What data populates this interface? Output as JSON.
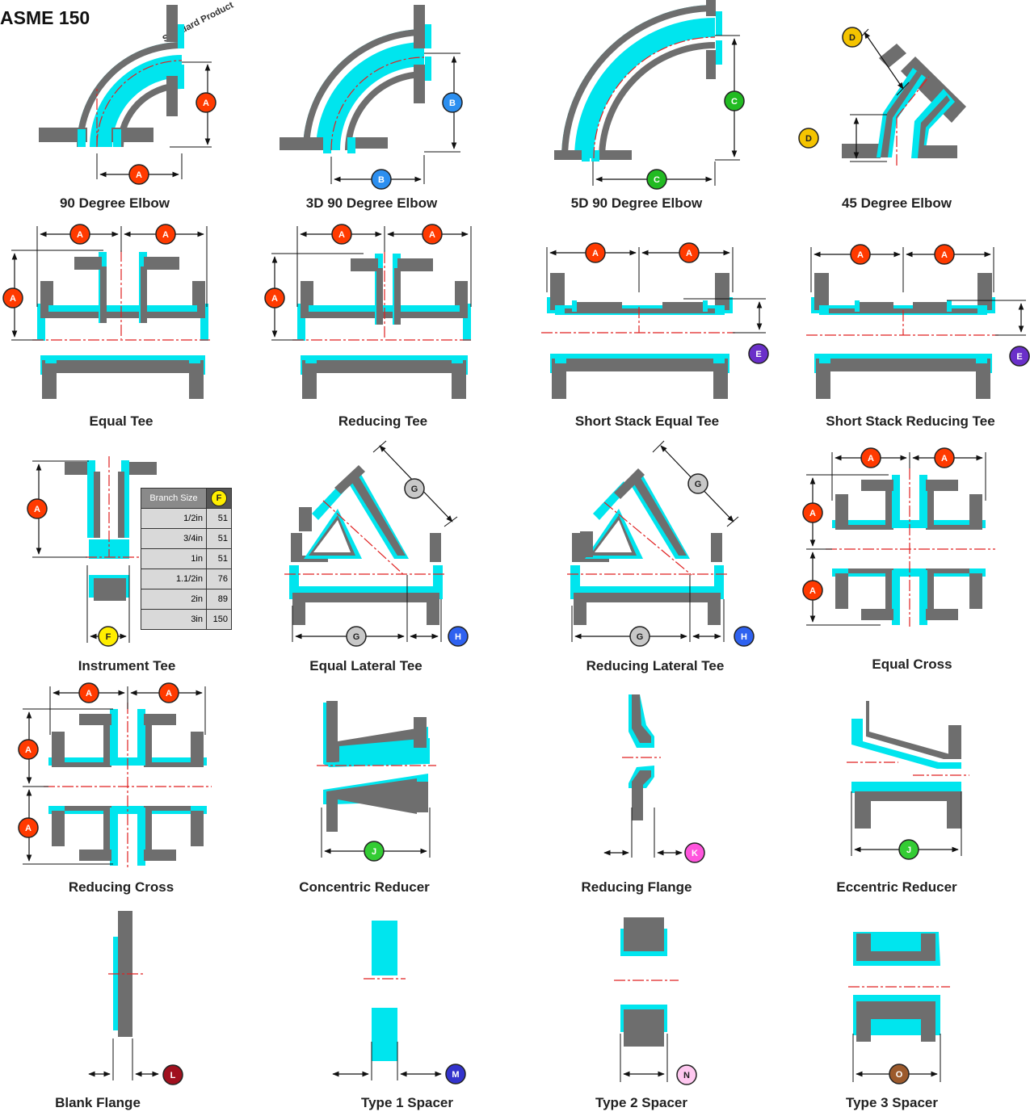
{
  "page": {
    "title": "ASME 150",
    "standard_note": "Standard Product"
  },
  "colors": {
    "body": "#6e6e6e",
    "lining": "#00e5ee",
    "centerline": "#e02020",
    "A": "#ff3a00",
    "B": "#2c8ff0",
    "C": "#22bb22",
    "D": "#f5c400",
    "E": "#6a2fc9",
    "F": "#ffee00",
    "G": "#c8c8c8",
    "H": "#2f62f0",
    "J": "#33cc33",
    "K": "#ff55dd",
    "L": "#a0101e",
    "M": "#3333cc",
    "N": "#ffc8f0",
    "O": "#9c5a2c"
  },
  "fittings": [
    {
      "key": "elbow90",
      "name": "90 Degree Elbow",
      "labels": [
        "A",
        "A"
      ]
    },
    {
      "key": "elbow3d",
      "name": "3D 90 Degree Elbow",
      "labels": [
        "B",
        "B"
      ]
    },
    {
      "key": "elbow5d",
      "name": "5D 90 Degree Elbow",
      "labels": [
        "C",
        "C"
      ]
    },
    {
      "key": "elbow45",
      "name": "45 Degree Elbow",
      "labels": [
        "D",
        "D"
      ]
    },
    {
      "key": "equaltee",
      "name": "Equal Tee",
      "labels": [
        "A",
        "A",
        "A"
      ]
    },
    {
      "key": "reducingtee",
      "name": "Reducing Tee",
      "labels": [
        "A",
        "A",
        "A"
      ]
    },
    {
      "key": "ssequaltee",
      "name": "Short Stack Equal Tee",
      "labels": [
        "A",
        "A",
        "E"
      ]
    },
    {
      "key": "ssreducingtee",
      "name": "Short Stack Reducing Tee",
      "labels": [
        "A",
        "A",
        "E"
      ]
    },
    {
      "key": "instrumenttee",
      "name": "Instrument Tee",
      "labels": [
        "A",
        "F"
      ]
    },
    {
      "key": "equallateral",
      "name": "Equal Lateral Tee",
      "labels": [
        "G",
        "G",
        "H"
      ]
    },
    {
      "key": "reducinglateral",
      "name": "Reducing Lateral Tee",
      "labels": [
        "G",
        "G",
        "H"
      ]
    },
    {
      "key": "equalcross",
      "name": "Equal Cross",
      "labels": [
        "A",
        "A",
        "A",
        "A"
      ]
    },
    {
      "key": "reducingcross",
      "name": "Reducing Cross",
      "labels": [
        "A",
        "A",
        "A",
        "A"
      ]
    },
    {
      "key": "concentric",
      "name": "Concentric Reducer",
      "labels": [
        "J"
      ]
    },
    {
      "key": "reducingflange",
      "name": "Reducing Flange",
      "labels": [
        "K"
      ]
    },
    {
      "key": "eccentric",
      "name": "Eccentric Reducer",
      "labels": [
        "J"
      ]
    },
    {
      "key": "blank",
      "name": "Blank Flange",
      "labels": [
        "L"
      ]
    },
    {
      "key": "spacer1",
      "name": "Type 1 Spacer",
      "labels": [
        "M"
      ]
    },
    {
      "key": "spacer2",
      "name": "Type 2 Spacer",
      "labels": [
        "N"
      ]
    },
    {
      "key": "spacer3",
      "name": "Type 3 Spacer",
      "labels": [
        "O"
      ]
    }
  ],
  "instrument_table": {
    "header": "Branch Size",
    "header_badge": "F",
    "rows": [
      {
        "size": "1/2in",
        "mm": "51"
      },
      {
        "size": "3/4in",
        "mm": "51"
      },
      {
        "size": "1in",
        "mm": "51"
      },
      {
        "size": "1.1/2in",
        "mm": "76"
      },
      {
        "size": "2in",
        "mm": "89"
      },
      {
        "size": "3in",
        "mm": "150"
      }
    ]
  }
}
